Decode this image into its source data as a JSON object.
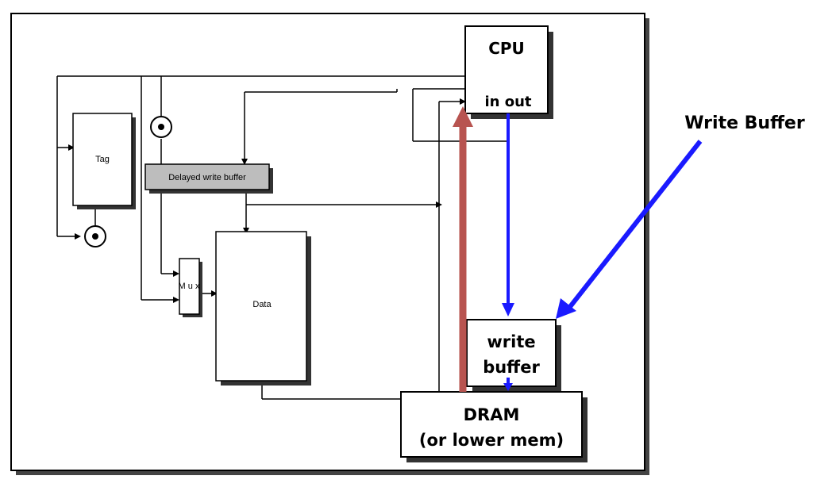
{
  "blocks": {
    "cpu_label": "CPU",
    "cpu_ports": "in out",
    "tag": "Tag",
    "delayed_buffer": "Delayed write buffer",
    "mux": "M u x",
    "data": "Data",
    "write_buffer_line1": "write",
    "write_buffer_line2": "buffer",
    "dram_line1": "DRAM",
    "dram_line2": "(or lower mem)"
  },
  "callout": {
    "label": "Write Buffer"
  },
  "colors": {
    "read_path": "#b85450",
    "write_path": "#1a1aff",
    "buffer_fill": "#bdbdbd",
    "shadow": "#333333"
  }
}
